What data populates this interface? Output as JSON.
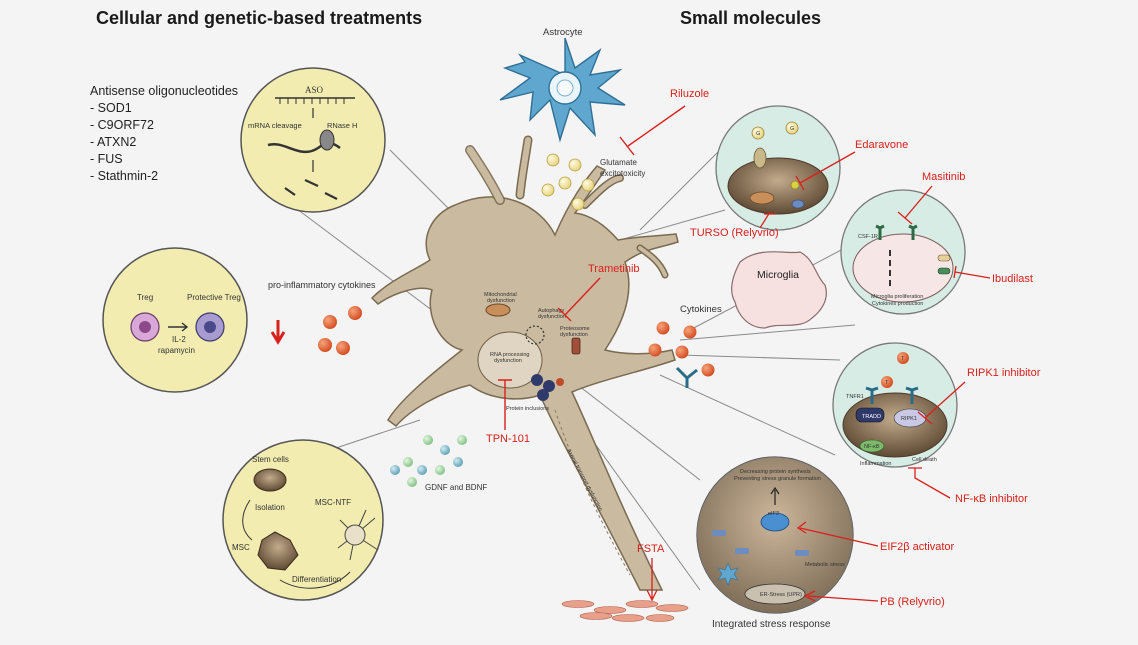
{
  "headers": {
    "left": "Cellular and genetic-based treatments",
    "right": "Small molecules"
  },
  "aso_list": {
    "title": "Antisense oligonucleotides",
    "items": [
      "- SOD1",
      "- C9ORF72",
      "- ATXN2",
      "- FUS",
      "- Stathmin-2"
    ]
  },
  "aso_inset": {
    "tag": "ASO",
    "mrna": "mRNA cleavage",
    "rnase": "RNase H"
  },
  "treg_inset": {
    "treg": "Treg",
    "protective": "Protective Treg",
    "il2": "IL-2",
    "rapamycin": "rapamycin"
  },
  "stem_inset": {
    "stem_cells": "Stem cells",
    "isolation": "Isolation",
    "msc": "MSC",
    "msc_ntf": "MSC-NTF",
    "differentiation": "Differentiation"
  },
  "neuron_labels": {
    "pro_inflammatory": "pro-inflammatory cytokines",
    "astrocyte": "Astrocyte",
    "glutamate": "Glutamate",
    "excitotoxicity": "excitotoxicity",
    "mito1": "Mitochondrial",
    "mito2": "dysfunction",
    "auto1": "Autophagy",
    "auto2": "dysfunction",
    "rna1": "RNA processing",
    "rna2": "dysfunction",
    "prot1": "Proteosome",
    "prot2": "dysfunction",
    "inclusions": "Protein inclusions",
    "axonal": "Axonal transport dysfunction",
    "gdnf": "GDNF and BDNF",
    "cytokines": "Cytokines",
    "microglia": "Microglia",
    "isr": "Integrated stress response"
  },
  "drugs": {
    "riluzole": "Riluzole",
    "edaravone": "Edaravone",
    "masitinib": "Masitinib",
    "turso": "TURSO (Relyvrio)",
    "trametinib": "Trametinib",
    "ibudilast": "Ibudilast",
    "ripk1": "RIPK1 inhibitor",
    "tpn101": "TPN-101",
    "nfkb": "NF-κB inhibitor",
    "eif2b": "EIF2β activator",
    "fsta": "FSTA",
    "pb": "PB (Relyvrio)"
  },
  "inset_texts": {
    "g": "G",
    "csf1r": "CSF-1R",
    "microglia_prolif": "Microglia proliferation",
    "cytokines_prod": "Cytokines production",
    "tnfr1": "TNFR1",
    "t": "T",
    "tradd": "TRADD",
    "ripk1": "RIPK1",
    "nfkb": "NF-κB",
    "inflammation": "Inflammation",
    "cell_death": "Cell death",
    "isr_top1": "Decreasing protein synthesis",
    "isr_top2": "Preventing stress granule formation",
    "eif2": "eIF2",
    "metabolic": "Metabolic stress",
    "er_stress": "ER-Stress (UPR)"
  },
  "colors": {
    "inset_yellow": "#f2ecb0",
    "inset_teal": "#d8ece6",
    "inset_pink": "#f6e6e6",
    "neuron_fill": "#cabba0",
    "neuron_stroke": "#7a6a50",
    "astrocyte": "#5fa7cf",
    "drug_red": "#d9201c",
    "dot_orange": "#e4602f",
    "dot_cream": "#f4e8a2",
    "dot_teal": "#7db9c9",
    "dot_green": "#a8d8a8"
  }
}
